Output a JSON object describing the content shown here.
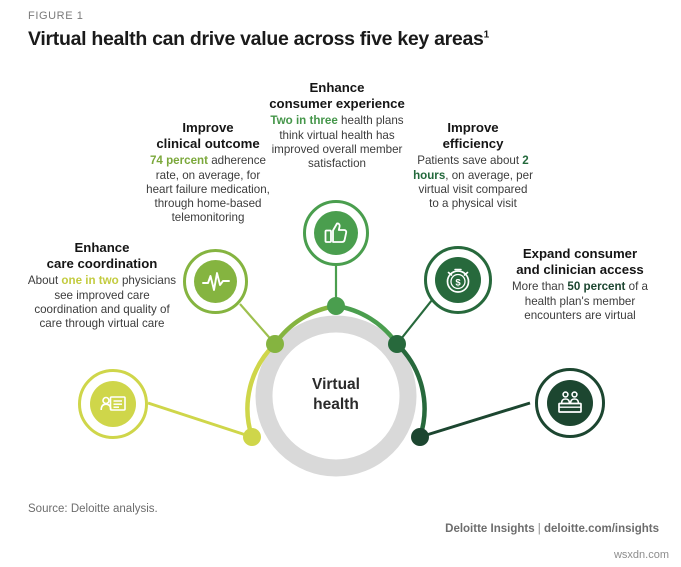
{
  "header": {
    "figure_label": "FIGURE 1",
    "title": "Virtual health can drive value across five key areas",
    "title_footnote": "1"
  },
  "hub": {
    "label_line1": "Virtual",
    "label_line2": "health",
    "ring_color": "#d9d9d9"
  },
  "nodes": [
    {
      "id": "care-coordination",
      "heading_line1": "Enhance",
      "heading_line2": "care coordination",
      "body_before": "About ",
      "highlight": "one in two",
      "body_after": " physicians see improved care coordination and quality of care through virtual care",
      "color": "#cfd64a",
      "highlight_color": "#c3cb3f",
      "icon": "patient-consult-icon"
    },
    {
      "id": "clinical-outcome",
      "heading_line1": "Improve",
      "heading_line2": "clinical outcome",
      "body_before": "",
      "highlight": "74 percent",
      "body_after": " adherence rate, on average, for heart failure medication, through home-based telemonitoring",
      "color": "#85b440",
      "highlight_color": "#7ba83b",
      "icon": "heartbeat-pulse-icon"
    },
    {
      "id": "consumer-experience",
      "heading_line1": "Enhance",
      "heading_line2": "consumer experience",
      "body_before": "",
      "highlight": "Two in three",
      "body_after": " health plans think virtual health has improved overall member satisfaction",
      "color": "#4a9e4e",
      "highlight_color": "#45964a",
      "icon": "thumbs-up-icon"
    },
    {
      "id": "efficiency",
      "heading_line1": "Improve",
      "heading_line2": "efficiency",
      "body_before": "Patients save about ",
      "highlight": "2 hours",
      "body_after": ", on average, per virtual visit compared to a physical visit",
      "color": "#27693c",
      "highlight_color": "#23693c",
      "icon": "clock-dollar-icon"
    },
    {
      "id": "consumer-clinician-access",
      "heading_line1": "Expand consumer",
      "heading_line2": "and clinician access",
      "body_before": "More than ",
      "highlight": "50 percent",
      "body_after": " of a health plan's member encounters are virtual",
      "color": "#1c4630",
      "highlight_color": "#1c4630",
      "icon": "people-counter-icon"
    }
  ],
  "footer": {
    "source": "Source: Deloitte analysis.",
    "brand": "Deloitte Insights",
    "separator": " | ",
    "url": "deloitte.com/insights",
    "watermark": "wsxdn.com"
  }
}
